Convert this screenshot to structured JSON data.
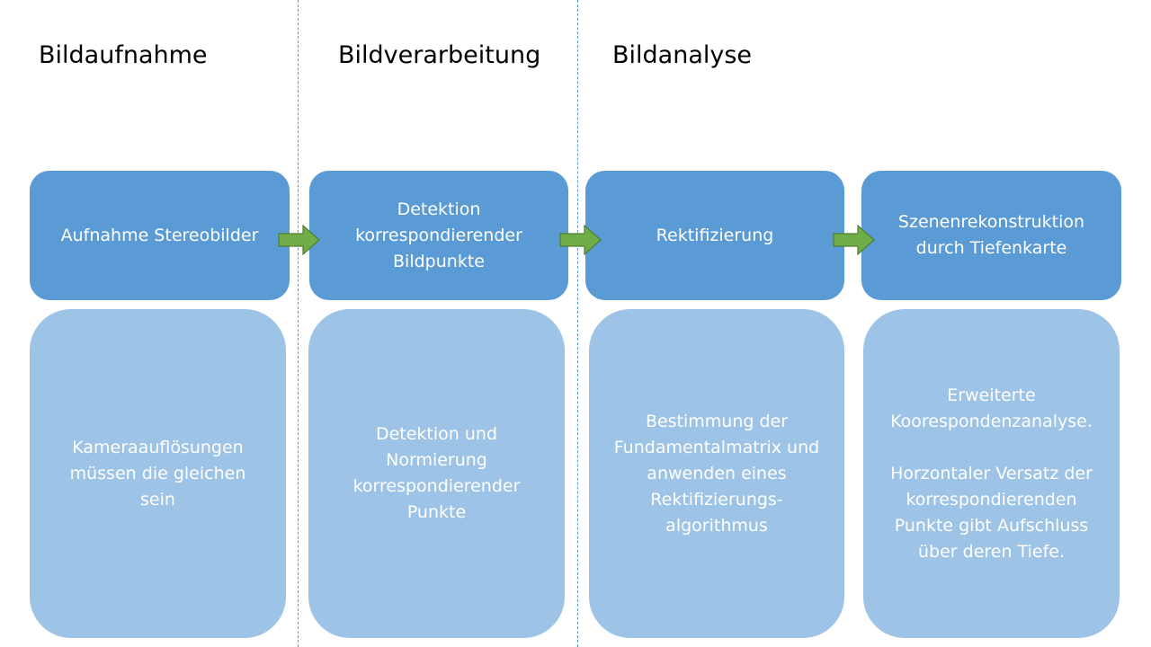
{
  "phases": [
    {
      "title": "Bildaufnahme"
    },
    {
      "title": "Bildverarbeitung"
    },
    {
      "title": "Bildanalyse"
    }
  ],
  "steps": [
    {
      "label": "Aufnahme Stereobilder"
    },
    {
      "label": "Detektion korrespondierender Bildpunkte"
    },
    {
      "label": "Rektifizierung"
    },
    {
      "label": "Szenenrekonstruktion durch Tiefenkarte"
    }
  ],
  "notes": [
    {
      "text": "Kameraauflösungen müssen die gleichen sein"
    },
    {
      "text": "Detektion und Normierung korrespondierender Punkte"
    },
    {
      "text": "Bestimmung der Fundamentalmatrix und anwenden eines Rektifizierungs-algorithmus"
    },
    {
      "text": "Erweiterte Koorespondenzanalyse.\n\nHorzontaler Versatz der korrespondierenden Punkte gibt Aufschluss über deren Tiefe."
    }
  ],
  "colors": {
    "step_fill": "#5b9bd5",
    "note_fill": "#9dc3e6",
    "arrow_fill": "#70ad47",
    "divider": "#5b9bd5"
  }
}
